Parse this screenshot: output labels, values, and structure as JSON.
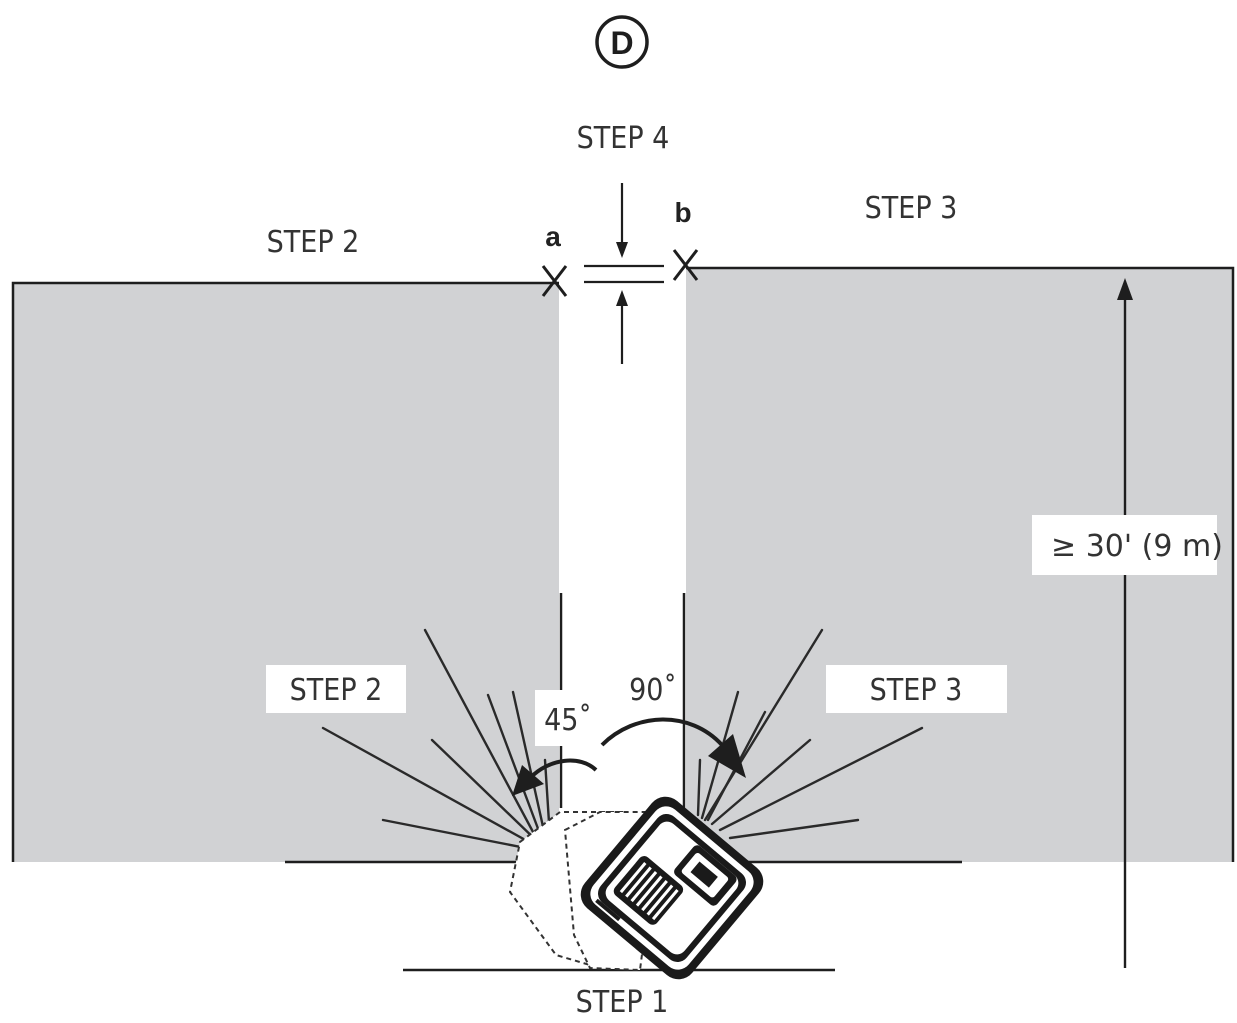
{
  "figure_label": "D",
  "steps": {
    "step1": "STEP 1",
    "step2_top": "STEP 2",
    "step2_box": "STEP 2",
    "step3_top": "STEP 3",
    "step3_box": "STEP 3",
    "step4": "STEP 4"
  },
  "marks": {
    "a": "a",
    "b": "b"
  },
  "angles": {
    "left": "45˚",
    "right": "90˚"
  },
  "distance_label": "≥ 30' (9 m)",
  "colors": {
    "plane_fill": "#d1d2d4",
    "line": "#1e1e1e",
    "text": "#333333"
  }
}
